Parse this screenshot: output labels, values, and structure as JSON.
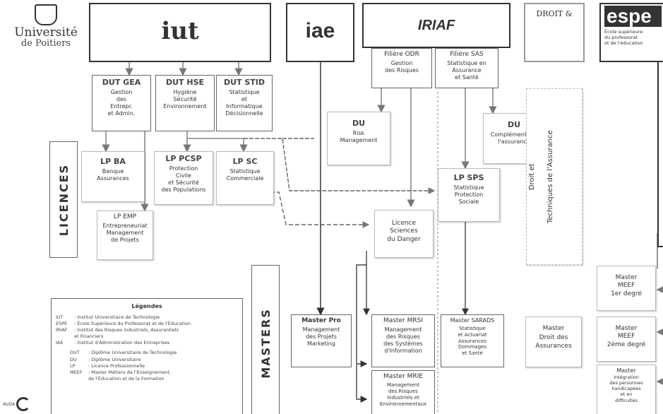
{
  "logos": {
    "poitiers": {
      "line1": "Université",
      "line2": "de Poitiers"
    },
    "iut": {
      "text": "iut"
    },
    "iae": {
      "text": "iae"
    },
    "iriaf": {
      "text": "IRIAF"
    },
    "droit": {
      "text": "DROIT &"
    },
    "espe": {
      "text": "espe",
      "tagline": "École supérieure\ndu professorat\net de l'éducation"
    },
    "footer": {
      "text": "AUDA"
    }
  },
  "sections": {
    "licences": "LICENCES",
    "masters": "MASTERS"
  },
  "droit_column": {
    "line1": "Droit et",
    "line2": "Techniques de l'Assurance"
  },
  "filieres": {
    "odr": {
      "title": "Filière ODR",
      "desc": "Gestion\ndes Risques"
    },
    "sas": {
      "title": "Filière SAS",
      "desc": "Statistique en\nAssurance\net Santé"
    }
  },
  "dut": {
    "gea": {
      "title": "DUT GEA",
      "desc": "Gestion\ndes\nEntrepr.\net Admin."
    },
    "hse": {
      "title": "DUT HSE",
      "desc": "Hygiène\nSécurité\nEnvironnement"
    },
    "stid": {
      "title": "DUT STID",
      "desc": "Statistique\net\nInformatique\nDécisionnelle"
    }
  },
  "du": {
    "risk": {
      "title": "DU",
      "desc": "Risk\nManagement"
    },
    "assurance": {
      "title": "DU",
      "desc": "Complémentaire\nl'assurance"
    }
  },
  "lp": {
    "ba": {
      "title": "LP BA",
      "desc": "Banque\nAssurances"
    },
    "pcsp": {
      "title": "LP PCSP",
      "desc": "Protection\nCivile\net Sécurité\ndes Populations"
    },
    "sc": {
      "title": "LP SC",
      "desc": "Statistique\nCommerciale"
    },
    "sps": {
      "title": "LP SPS",
      "desc": "Statistique\nProtection\nSociale"
    },
    "emp": {
      "title": "LP EMP",
      "desc": "Entrepreneuriat\nManagement\nde Projets"
    }
  },
  "licence_danger": {
    "desc": "Licence\nSciences\ndu Danger"
  },
  "masters": {
    "pro": {
      "title": "Master Pro",
      "desc": "Management\ndes Projets\nMarketing"
    },
    "mrsi": {
      "title": "Master MRSI",
      "desc": "Management\ndes Risques\ndes Systèmes\nd'Information"
    },
    "sarads": {
      "title": "Master SARADS",
      "desc": "Statistique\net Actuariat\nAssurances\nDommages\net Santé"
    },
    "mrie": {
      "title": "Master MRIE",
      "desc": "Management\ndes Risques\nIndustriels et\nEnvironnementaux"
    },
    "droit_assurances": {
      "title": "Master",
      "desc": "Droit des\nAssurances"
    },
    "meef1": {
      "title": "Master\nMEEF\n1er degré"
    },
    "meef2": {
      "title": "Master\nMEEF\n2ème degré"
    },
    "integration": {
      "title": "Master",
      "desc": "Intégration\ndes personnes\nhandicapées\net en\ndifficultés"
    }
  },
  "legend": {
    "title": "Légendes",
    "institutions": [
      {
        "key": "IUT",
        "value": ": Institut Universitaire de Technologie"
      },
      {
        "key": "ESPE",
        "value": ": École Supérieure du Professorat et de l'Éducation"
      },
      {
        "key": "IRIAF",
        "value": ": Institut des Risques Industriels, Assurantiels"
      },
      {
        "key": "",
        "value": "  et Financiers"
      },
      {
        "key": "IAE",
        "value": ": Institut d'Administration des Entreprises"
      }
    ],
    "diplomas": [
      {
        "key": "DUT",
        "value": ": Diplôme Universitaire de Technologie"
      },
      {
        "key": "DU",
        "value": ": Diplôme Universitaire"
      },
      {
        "key": "LP",
        "value": ": Licence Professionnelle"
      },
      {
        "key": "MEEF",
        "value": ": Master Métiers de l'Enseignement,"
      },
      {
        "key": "",
        "value": "  de l'Éducation et de la Formation"
      }
    ]
  }
}
